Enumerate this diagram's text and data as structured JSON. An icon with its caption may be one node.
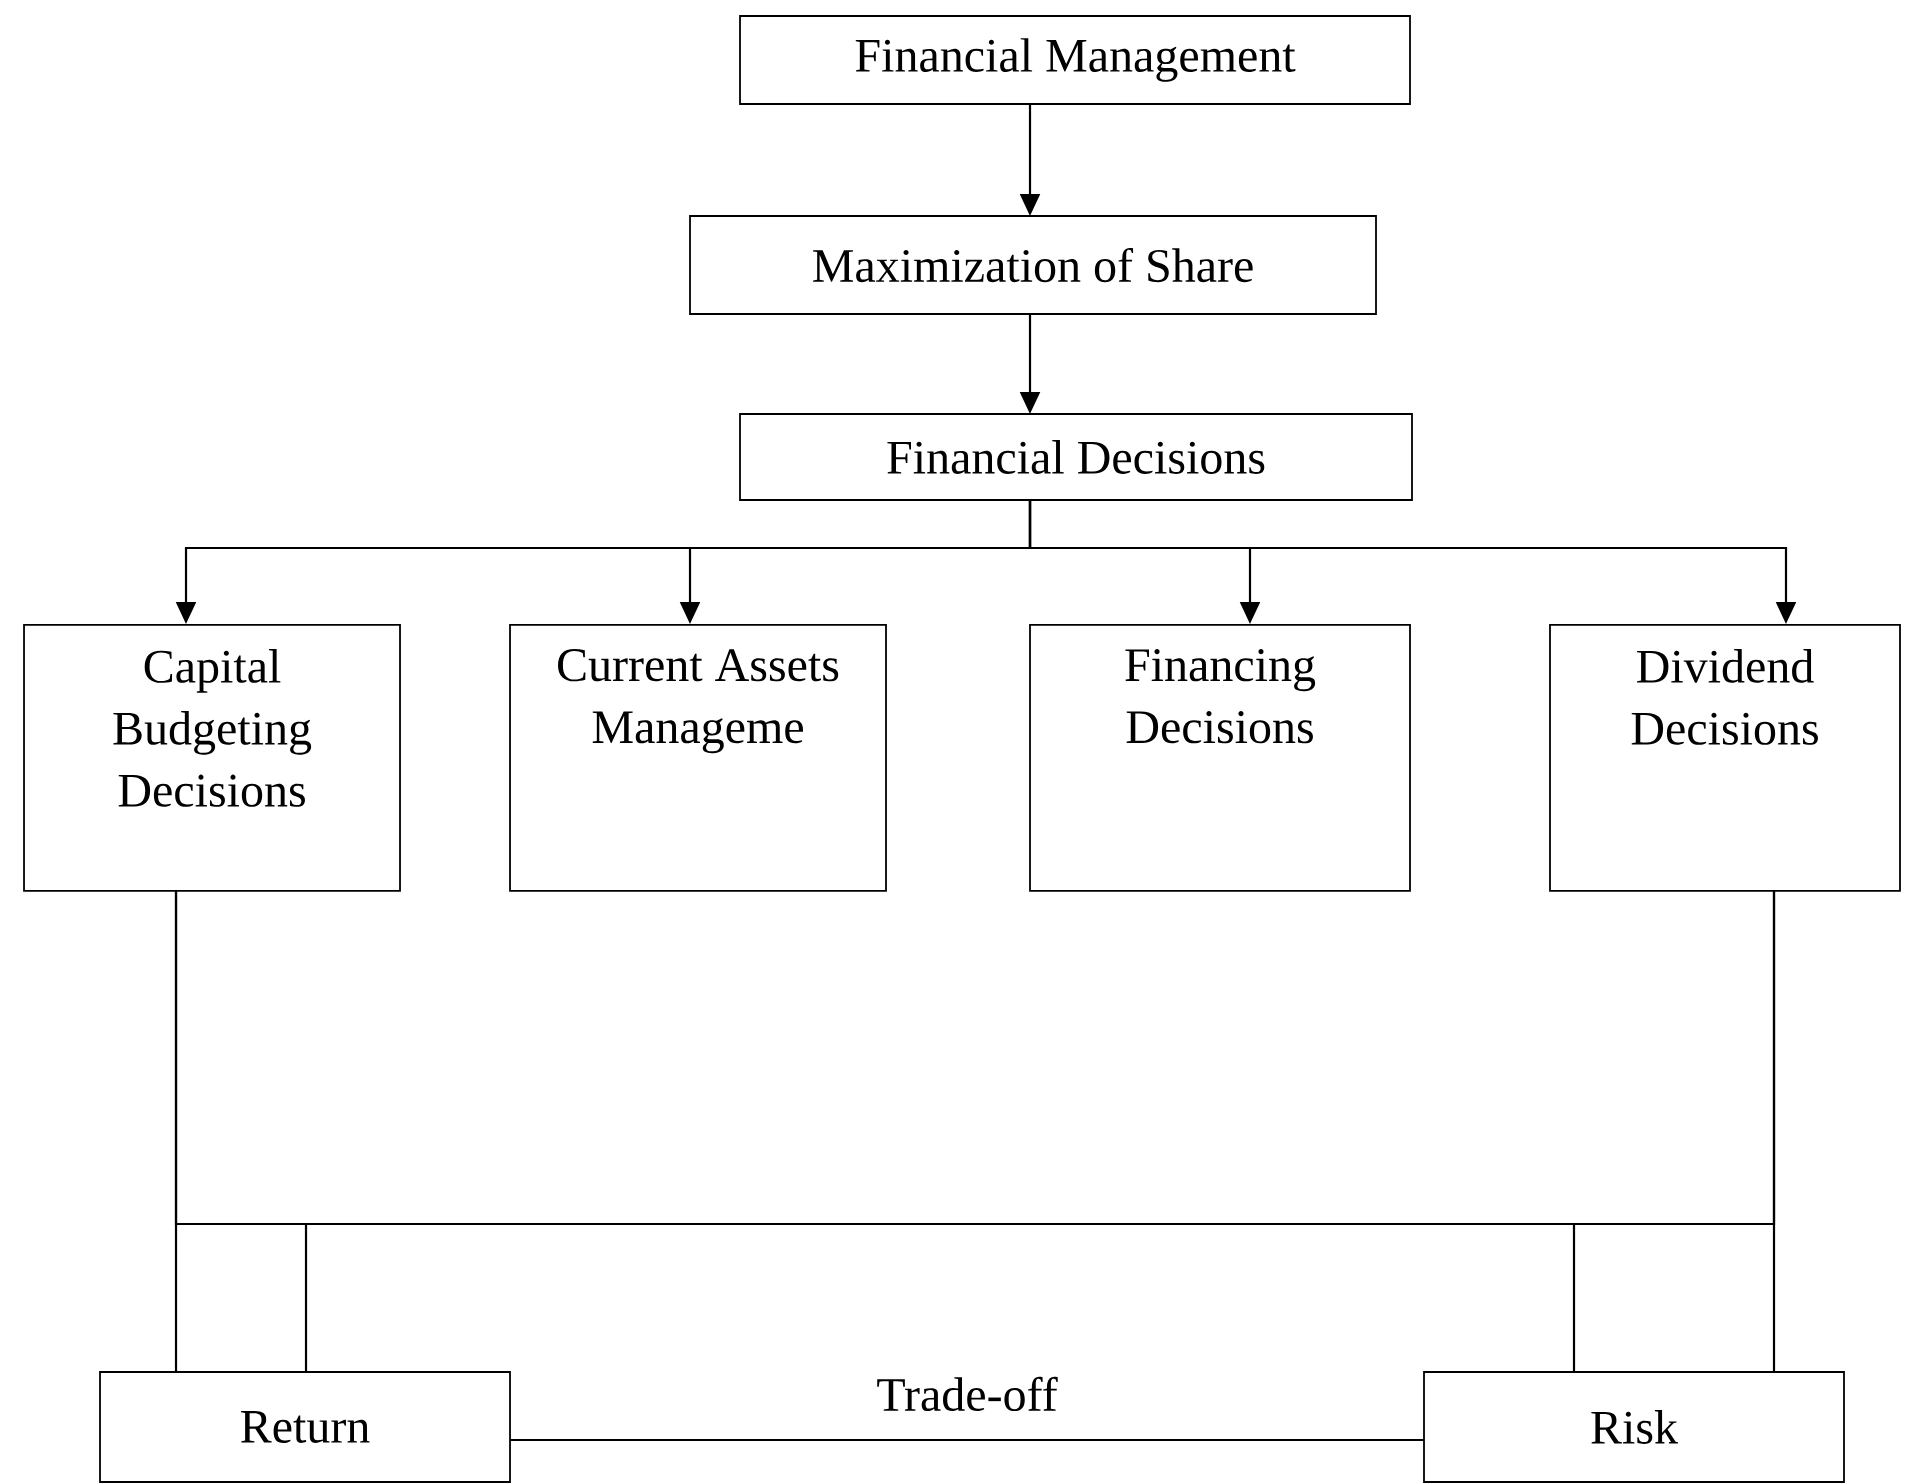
{
  "diagram": {
    "nodes": [
      {
        "text": [
          "Financial Management"
        ]
      },
      {
        "text": [
          "Maximization of Share"
        ]
      },
      {
        "text": [
          "Financial Decisions"
        ]
      },
      {
        "text": [
          "Capital Budgeting Decisions"
        ]
      },
      {
        "text": [
          "Current Assets Manageme"
        ]
      },
      {
        "text": [
          "Financing Decisions"
        ]
      },
      {
        "text": [
          "Dividend Decisions"
        ]
      },
      {
        "text": [
          "Return"
        ]
      },
      {
        "text": [
          "Risk"
        ]
      }
    ],
    "edges": [
      {
        "from": 0,
        "to": 1,
        "arrow": "to"
      },
      {
        "from": 1,
        "to": 2,
        "arrow": "to"
      },
      {
        "from": 2,
        "to": 3,
        "arrow": "to"
      },
      {
        "from": 2,
        "to": 4,
        "arrow": "to"
      },
      {
        "from": 2,
        "to": 5,
        "arrow": "to"
      },
      {
        "from": 2,
        "to": 6,
        "arrow": "to"
      },
      {
        "from": 3,
        "to": 7,
        "arrow": "none"
      },
      {
        "from": 3,
        "to": 8,
        "arrow": "none"
      },
      {
        "from": 6,
        "to": 7,
        "arrow": "none"
      },
      {
        "from": 6,
        "to": 8,
        "arrow": "none"
      },
      {
        "from": 7,
        "to": 8,
        "arrow": "none",
        "label": "Trade-off"
      }
    ]
  }
}
